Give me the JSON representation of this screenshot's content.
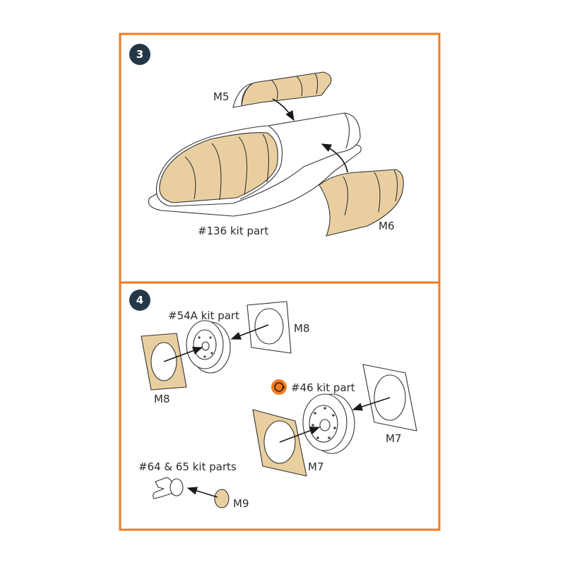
{
  "steps": [
    {
      "number": "3",
      "labels": {
        "mask_top": "M5",
        "mask_side": "M6",
        "kit_part": "#136 kit part"
      }
    },
    {
      "number": "4",
      "labels": {
        "kit_part_a": "#54A kit part",
        "mask_outer_a": "M8",
        "mask_inner_a": "M8",
        "kit_part_b": "#46 kit part",
        "mask_outer_b": "M7",
        "mask_inner_b": "M7",
        "kit_parts_c": "#64 & 65 kit parts",
        "mask_c": "M9"
      }
    }
  ],
  "colors": {
    "frame": "#ef7b22",
    "badge": "#243746",
    "mask_fill": "#e9cfa0",
    "rotate_icon": "#ef7b22"
  },
  "icons": {
    "rotate": "rotate-arrow-icon"
  }
}
